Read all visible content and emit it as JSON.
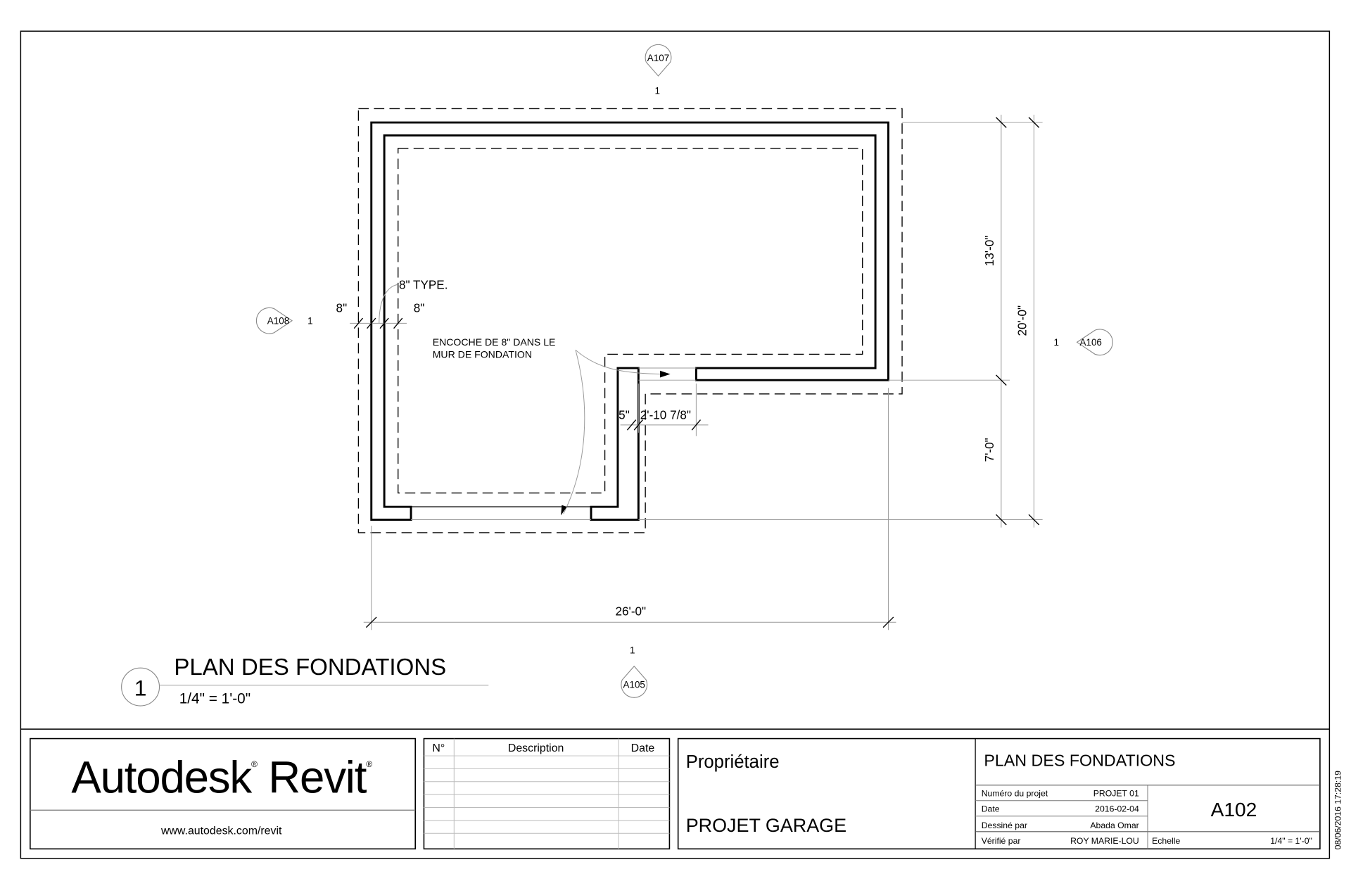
{
  "sheet": {
    "view_number": "1",
    "view_title": "PLAN DES FONDATIONS",
    "view_scale": "1/4\" = 1'-0\"",
    "timestamp": "08/06/2016 17:28:19"
  },
  "plan": {
    "dimensions": {
      "overall_width": "26'-0\"",
      "overall_depth": "20'-0\"",
      "upper_depth": "13'-0\"",
      "lower_depth": "7'-0\"",
      "wall_left_outer": "8\"",
      "wall_left_inner": "8\"",
      "wall_type": "8\" TYPE.",
      "notch_small": "5\"",
      "notch_width": "2'-10 7/8\""
    },
    "note_line1": "ENCOCHE DE 8\" DANS LE",
    "note_line2": "MUR DE FONDATION",
    "sections": [
      {
        "sheet": "A107",
        "num": "1"
      },
      {
        "sheet": "A108",
        "num": "1"
      },
      {
        "sheet": "A106",
        "num": "1"
      },
      {
        "sheet": "A105",
        "num": "1"
      }
    ]
  },
  "title_block": {
    "logo": "Autodesk® Revit®",
    "website": "www.autodesk.com/revit",
    "revisions": {
      "headers": [
        "N°",
        "Description",
        "Date"
      ],
      "rows": []
    },
    "owner_label": "Propriétaire",
    "project_name": "PROJET GARAGE",
    "sheet_name": "PLAN DES FONDATIONS",
    "fields": [
      {
        "label": "Numéro du projet",
        "value": "PROJET 01"
      },
      {
        "label": "Date",
        "value": "2016-02-04"
      },
      {
        "label": "Dessiné par",
        "value": "Abada Omar"
      },
      {
        "label": "Vérifié par",
        "value": "ROY MARIE-LOU"
      }
    ],
    "sheet_number": "A102",
    "scale_label": "Echelle",
    "scale_value": "1/4\" = 1'-0\""
  }
}
